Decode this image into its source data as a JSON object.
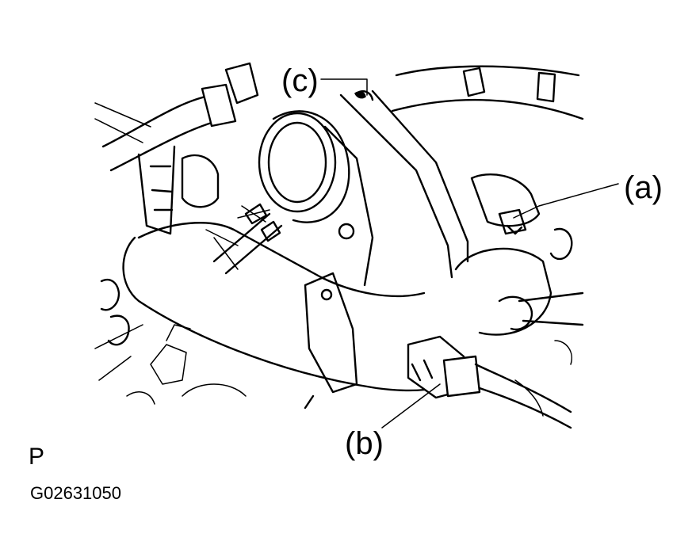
{
  "callouts": {
    "a": "(a)",
    "b": "(b)",
    "c": "(c)"
  },
  "view_letter": "P",
  "figure_code": "G02631050"
}
